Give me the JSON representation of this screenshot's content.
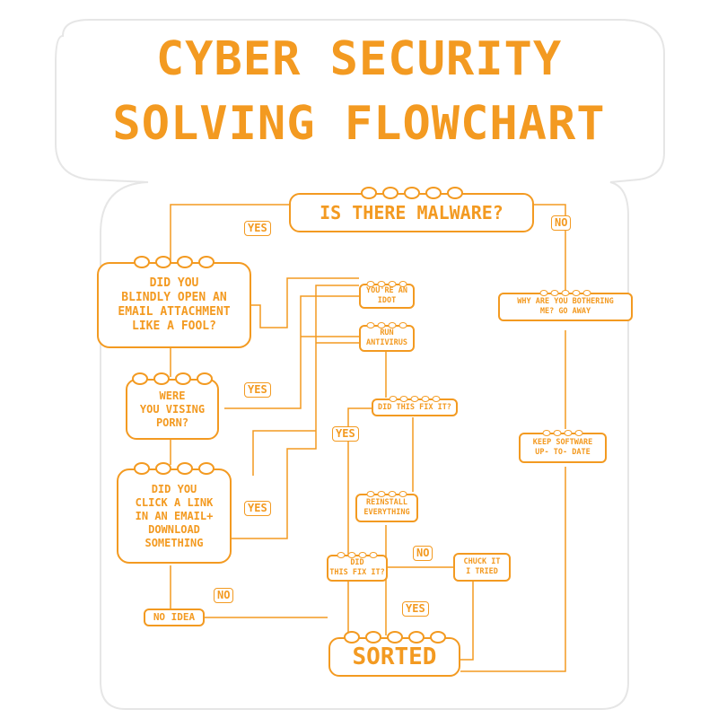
{
  "title": {
    "line1": "CYBER SECURITY",
    "line2": "SOLVING FLOWCHART"
  },
  "nodes": {
    "malware": "IS THERE MALWARE?",
    "email_attachment": "DID YOU\nBLINDLY OPEN AN\nEMAIL ATTACHMENT\nLIKE A FOOL?",
    "porn": "WERE\nYOU VISING\nPORN?",
    "click_link": "DID YOU\nCLICK A LINK\nIN AN EMAIL+\nDOWNLOAD\nSOMETHING",
    "no_idea": "NO IDEA",
    "idiot": "YOU'RE AN\nIDOT",
    "antivirus": "RUN\nANTIVIRUS",
    "fix1": "DID THIS FIX IT?",
    "reinstall": "REINSTALL\nEVERYTHING",
    "fix2": "DID\nTHIS FIX IT?",
    "chuck": "CHUCK IT\nI TRIED",
    "sorted": "SORTED",
    "go_away": "WHY ARE YOU BOTHERING\nME? GO AWAY",
    "keep_software": "KEEP SOFTWARE\nUP- TO- DATE"
  },
  "labels": {
    "yes_malware": "YES",
    "no_malware": "NO",
    "yes_porn": "YES",
    "yes_link": "YES",
    "no_link": "NO",
    "yes_fix1": "YES",
    "no_fix2": "NO",
    "yes_fix2": "YES"
  },
  "colors": {
    "accent": "#f39a21",
    "background": "#ffffff"
  }
}
